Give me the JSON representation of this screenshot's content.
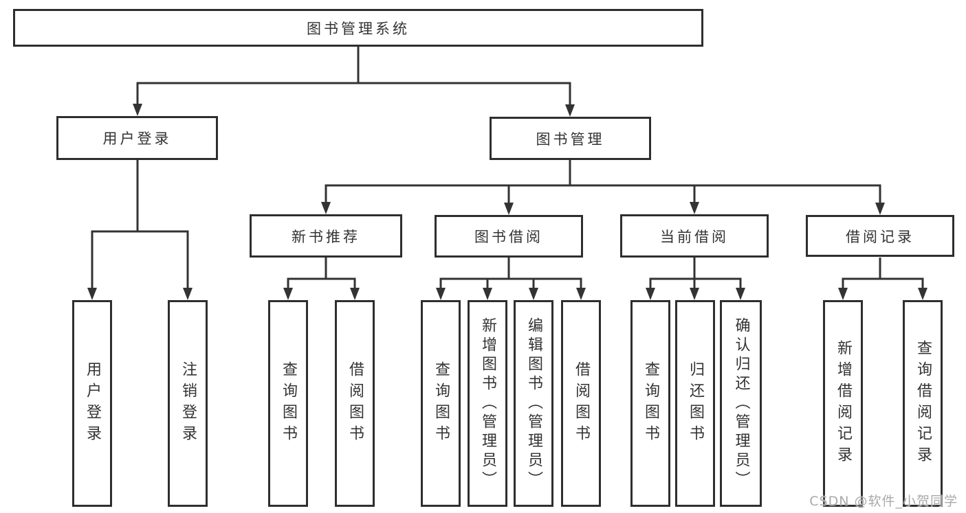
{
  "diagram_title": "图书管理系统",
  "tree": {
    "label": "图书管理系统",
    "children": [
      {
        "label": "用户登录",
        "children": [
          {
            "label": "用户登录"
          },
          {
            "label": "注销登录"
          }
        ]
      },
      {
        "label": "图书管理",
        "children": [
          {
            "label": "新书推荐",
            "children": [
              {
                "label": "查询图书"
              },
              {
                "label": "借阅图书"
              }
            ]
          },
          {
            "label": "图书借阅",
            "children": [
              {
                "label": "查询图书"
              },
              {
                "label": "新增图书（管理员）"
              },
              {
                "label": "编辑图书（管理员）"
              },
              {
                "label": "借阅图书"
              }
            ]
          },
          {
            "label": "当前借阅",
            "children": [
              {
                "label": "查询图书"
              },
              {
                "label": "归还图书"
              },
              {
                "label": "确认归还（管理员）"
              }
            ]
          },
          {
            "label": "借阅记录",
            "children": [
              {
                "label": "新增借阅记录"
              },
              {
                "label": "查询借阅记录"
              }
            ]
          }
        ]
      }
    ]
  },
  "colors": {
    "border": "#2e2e2e",
    "line": "#333333",
    "text": "#333333",
    "watermark": "#a9a9a9",
    "background": "#ffffff"
  },
  "watermark": "CSDN @软件_小贺同学"
}
